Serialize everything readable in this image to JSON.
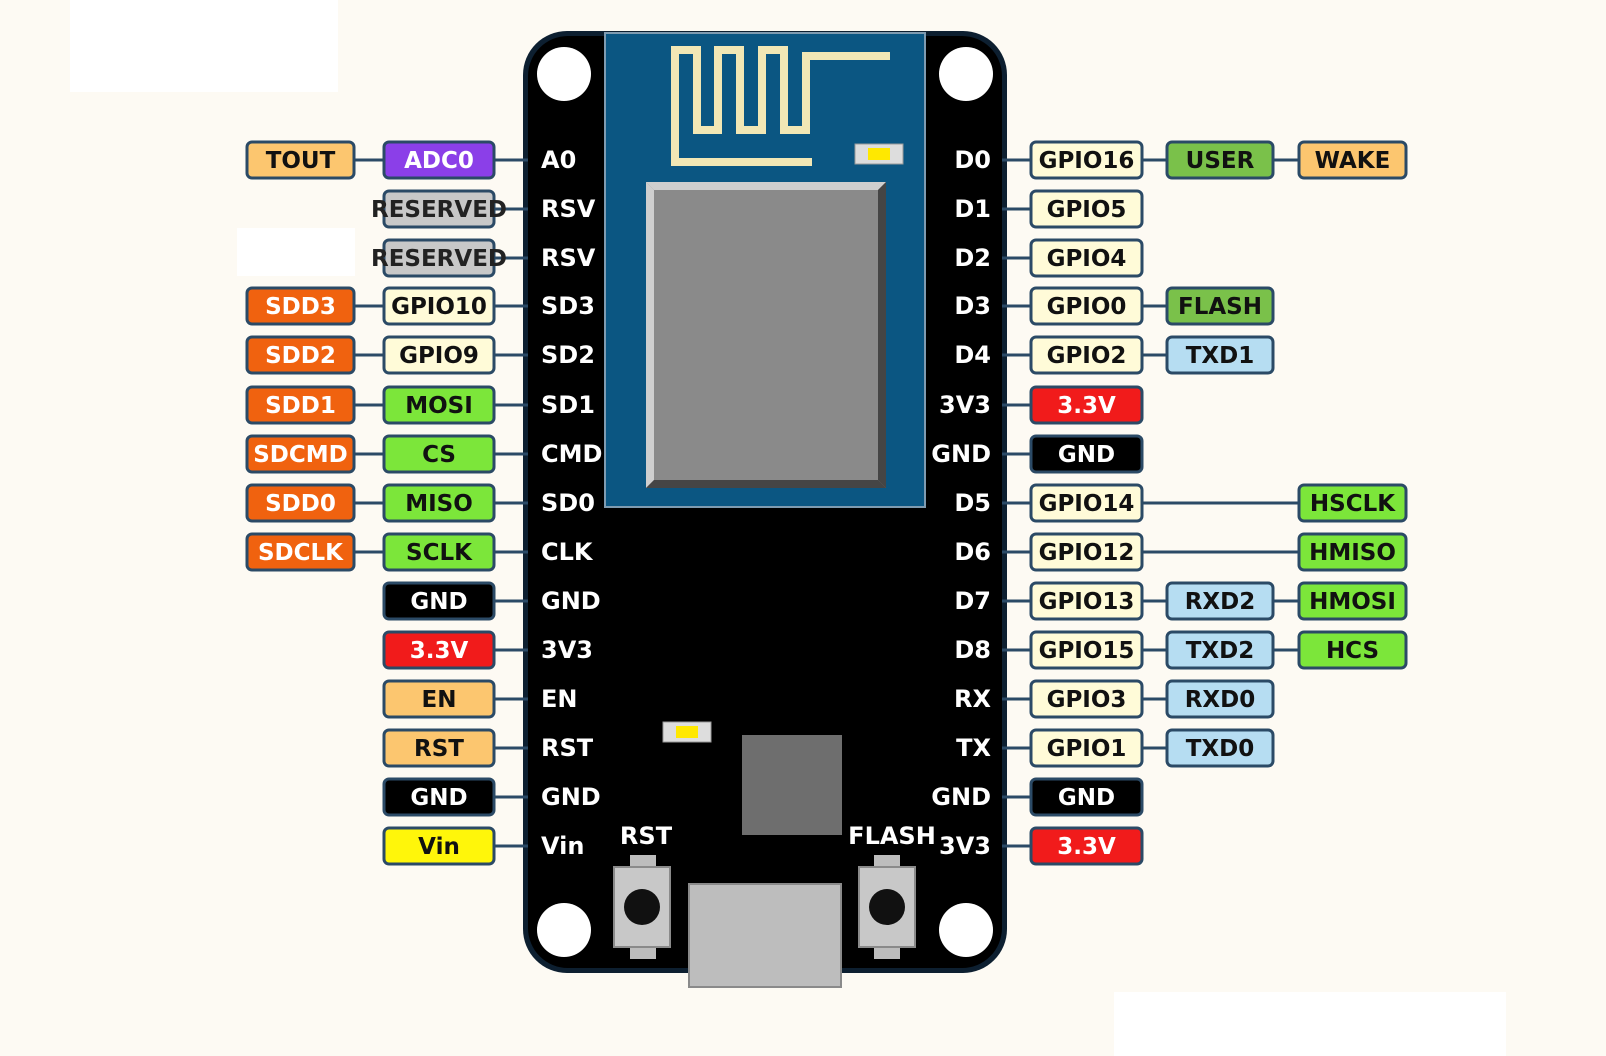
{
  "board": {
    "left_pins": [
      "A0",
      "RSV",
      "RSV",
      "SD3",
      "SD2",
      "SD1",
      "CMD",
      "SD0",
      "CLK",
      "GND",
      "3V3",
      "EN",
      "RST",
      "GND",
      "Vin"
    ],
    "right_pins": [
      "D0",
      "D1",
      "D2",
      "D3",
      "D4",
      "3V3",
      "GND",
      "D5",
      "D6",
      "D7",
      "D8",
      "RX",
      "TX",
      "GND",
      "3V3"
    ],
    "button_rst": "RST",
    "button_flash": "FLASH"
  },
  "left_inner": [
    "ADC0",
    "RESERVED",
    "RESERVED",
    "GPIO10",
    "GPIO9",
    "MOSI",
    "CS",
    "MISO",
    "SCLK",
    "GND",
    "3.3V",
    "EN",
    "RST",
    "GND",
    "Vin"
  ],
  "left_outer": [
    "TOUT",
    "",
    "",
    "SDD3",
    "SDD2",
    "SDD1",
    "SDCMD",
    "SDD0",
    "SDCLK",
    "",
    "",
    "",
    "",
    "",
    ""
  ],
  "right_inner": [
    "GPIO16",
    "GPIO5",
    "GPIO4",
    "GPIO0",
    "GPIO2",
    "3.3V",
    "GND",
    "GPIO14",
    "GPIO12",
    "GPIO13",
    "GPIO15",
    "GPIO3",
    "GPIO1",
    "GND",
    "3.3V"
  ],
  "right_mid": [
    "USER",
    "",
    "",
    "FLASH",
    "TXD1",
    "",
    "",
    "",
    "",
    "RXD2",
    "TXD2",
    "RXD0",
    "TXD0",
    "",
    ""
  ],
  "right_outer": [
    "WAKE",
    "",
    "",
    "",
    "",
    "",
    "",
    "HSCLK",
    "HMISO",
    "HMOSI",
    "HCS",
    "",
    "",
    "",
    ""
  ],
  "colors": {
    "background": "#fdfaf3",
    "board": "#000000",
    "module": "#0b5682",
    "chip": "#8a8a8a",
    "antenna": "#f2e7b5",
    "outline": "#2b4a66",
    "power": "#f11b1b",
    "ground": "#000000",
    "gpio": "#fffbd8",
    "reserved": "#c8c8c8",
    "adc": "#8b3fe8",
    "orange_light": "#fcc66f",
    "orange_dark": "#f0620f",
    "green_light": "#7ce63a",
    "green_dark": "#7ac14a",
    "blue": "#b6ddf2",
    "yellow": "#fff60a"
  }
}
